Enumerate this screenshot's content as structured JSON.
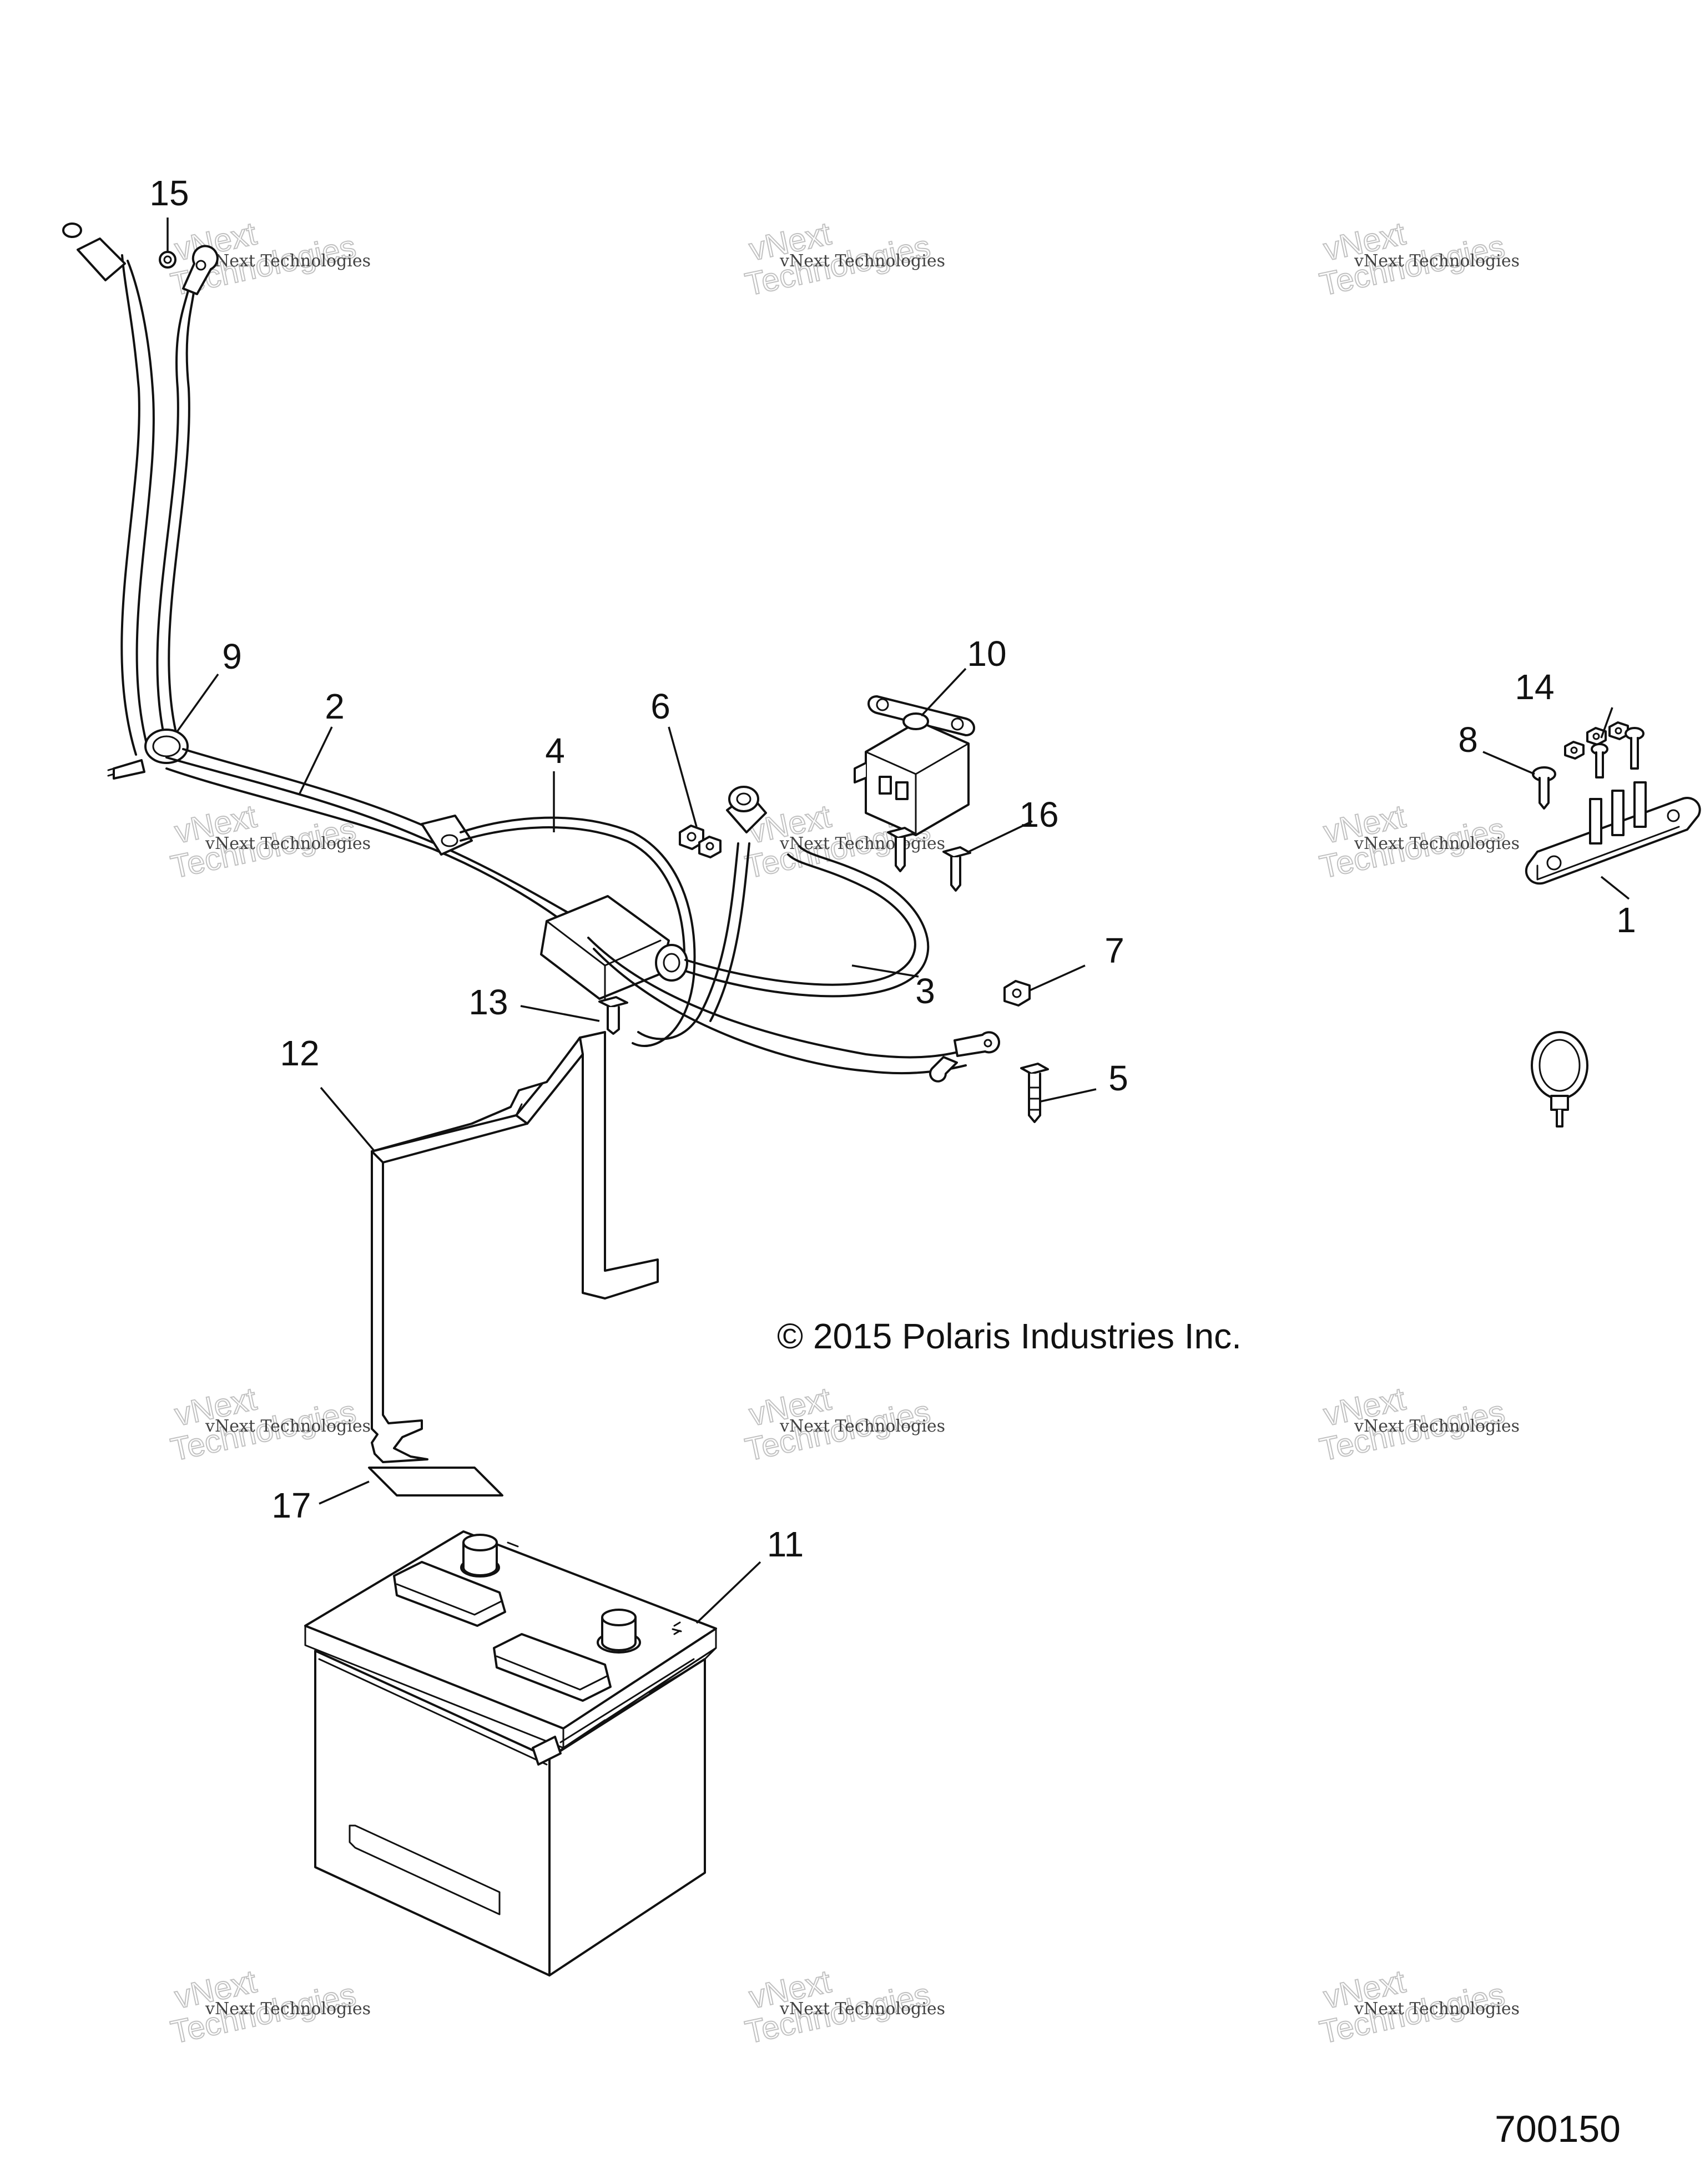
{
  "diagram": {
    "copyright": "© 2015 Polaris Industries Inc.",
    "figure_number": "700150",
    "callouts": [
      "15",
      "9",
      "2",
      "4",
      "6",
      "10",
      "14",
      "8",
      "16",
      "1",
      "7",
      "3",
      "13",
      "12",
      "5",
      "17",
      "11"
    ],
    "watermark": {
      "line1": "vNext Technologies",
      "line2_a": "vNext",
      "line2_b": "Technologies"
    }
  }
}
